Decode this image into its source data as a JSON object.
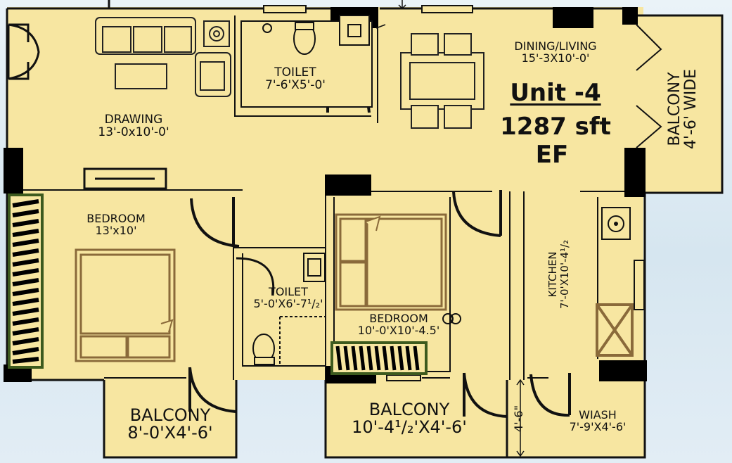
{
  "unit": {
    "title": "Unit -4",
    "area": "1287 sft",
    "type": "EF"
  },
  "rooms": {
    "drawing": {
      "name": "DRAWING",
      "dims": "13'-0x10'-0'"
    },
    "toilet_top": {
      "name": "TOILET",
      "dims": "7'-6'X5'-0'"
    },
    "dining_living": {
      "name": "DINING/LIVING",
      "dims": "15'-3X10'-0'"
    },
    "bedroom_left": {
      "name": "BEDROOM",
      "dims": "13'x10'"
    },
    "toilet_mid": {
      "name": "TOILET",
      "dims": "5'-0'X6'-7¹/₂'"
    },
    "bedroom_mid": {
      "name": "BEDROOM",
      "dims": "10'-0'X10'-4.5'"
    },
    "kitchen": {
      "name": "KITCHEN",
      "dims": "7'-0'X10'-4¹/₂"
    },
    "balcony_right": {
      "name": "BALCONY",
      "dims": "4'-6' WIDE"
    },
    "balcony_left": {
      "name": "BALCONY",
      "dims": "8'-0'X4'-6'"
    },
    "balcony_mid": {
      "name": "BALCONY",
      "dims": "10'-4¹/₂'X4'-6'"
    },
    "wash": {
      "name": "WIASH",
      "dims": "7'-9'X4'-6'"
    }
  },
  "dimension_note": "4'-6\"",
  "colors": {
    "floor": "#f7e6a1",
    "wall": "#111111",
    "pillar": "#000000",
    "wardrobe_frame": "#3d5a1e",
    "furniture_stroke": "#8a6a3a",
    "background": "#dde9f2"
  }
}
